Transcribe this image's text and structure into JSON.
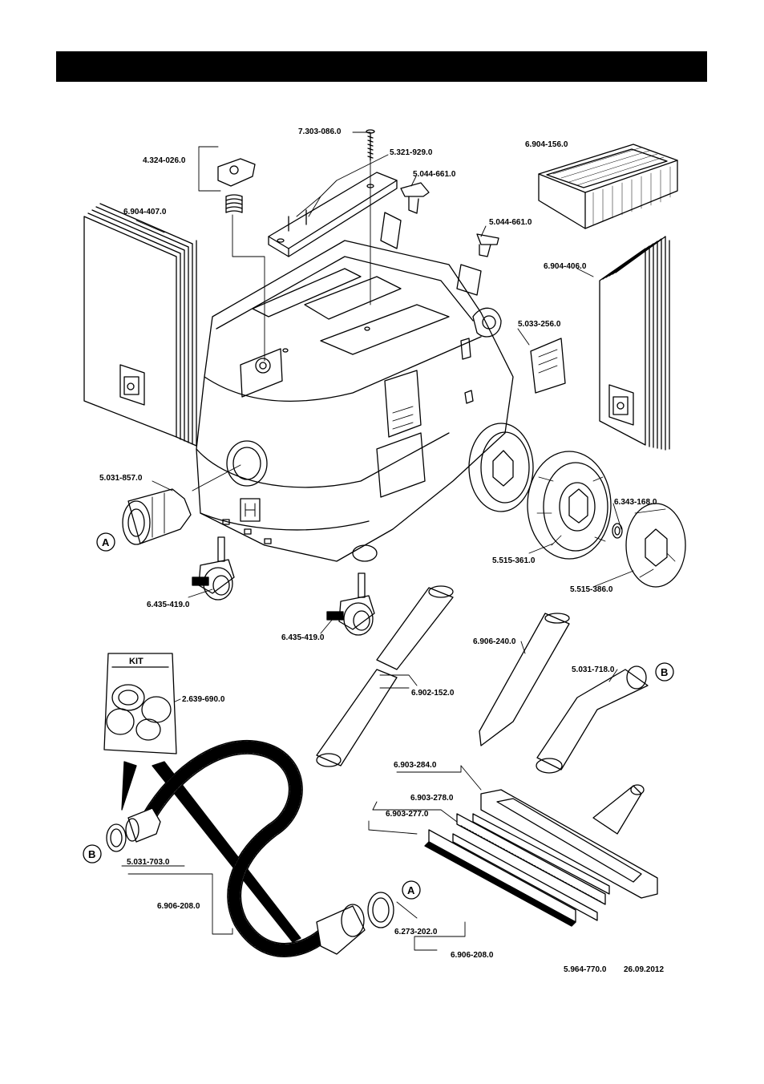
{
  "parts": {
    "screw": "7.303-086.0",
    "cover_plate": "5.321-929.0",
    "latch_top": "5.044-661.0",
    "latch_side": "5.044-661.0",
    "knob": "4.324-026.0",
    "flat_filter": "6.904-156.0",
    "bags_left": "6.904-407.0",
    "bags_right": "6.904-406.0",
    "side_latch": "5.033-256.0",
    "inlet": "5.031-857.0",
    "axle_clip": "6.343-168.0",
    "wheel": "5.515-361.0",
    "hubcap": "5.515-386.0",
    "caster_left": "6.435-419.0",
    "caster_right": "6.435-419.0",
    "kit": "2.639-690.0",
    "tube": "6.902-152.0",
    "crevice": "6.906-240.0",
    "elbow": "5.031-718.0",
    "floor_tool": "6.903-284.0",
    "strip_brush": "6.903-278.0",
    "strip_rubber": "6.903-277.0",
    "hose_ring": "5.031-703.0",
    "hose": "6.906-208.0",
    "ring_a": "6.273-202.0",
    "hose_assembly": "6.906-208.0"
  },
  "markers": {
    "a": "A",
    "b": "B",
    "kit": "KIT"
  },
  "footer": {
    "doc_number": "5.964-770.0",
    "date": "26.09.2012"
  }
}
